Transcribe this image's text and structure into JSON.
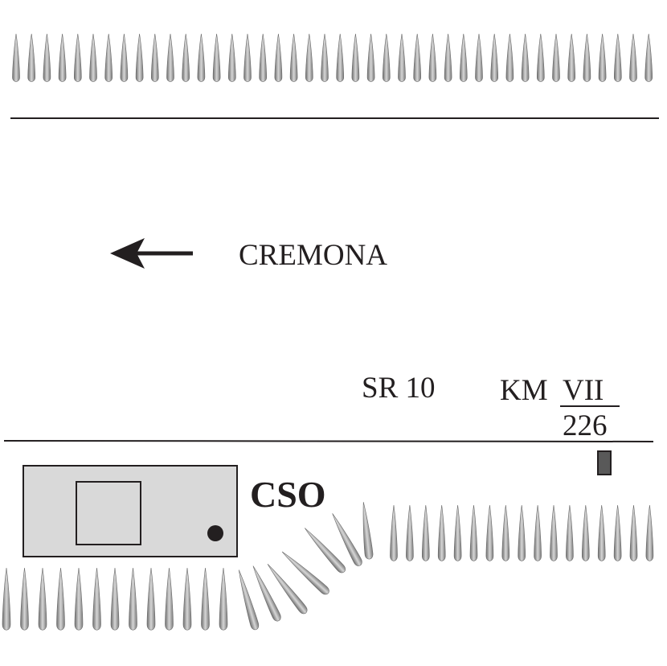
{
  "direction": {
    "label": "CREMONA"
  },
  "road": {
    "name": "SR 10"
  },
  "milestone": {
    "prefix": "KM",
    "roman": "VII",
    "number": "226"
  },
  "building": {
    "label": "CSO"
  },
  "colors": {
    "ink": "#231f20",
    "tree_fill": "#b3b3b3",
    "building_fill": "#d9d9d9",
    "marker_fill": "#595959"
  }
}
